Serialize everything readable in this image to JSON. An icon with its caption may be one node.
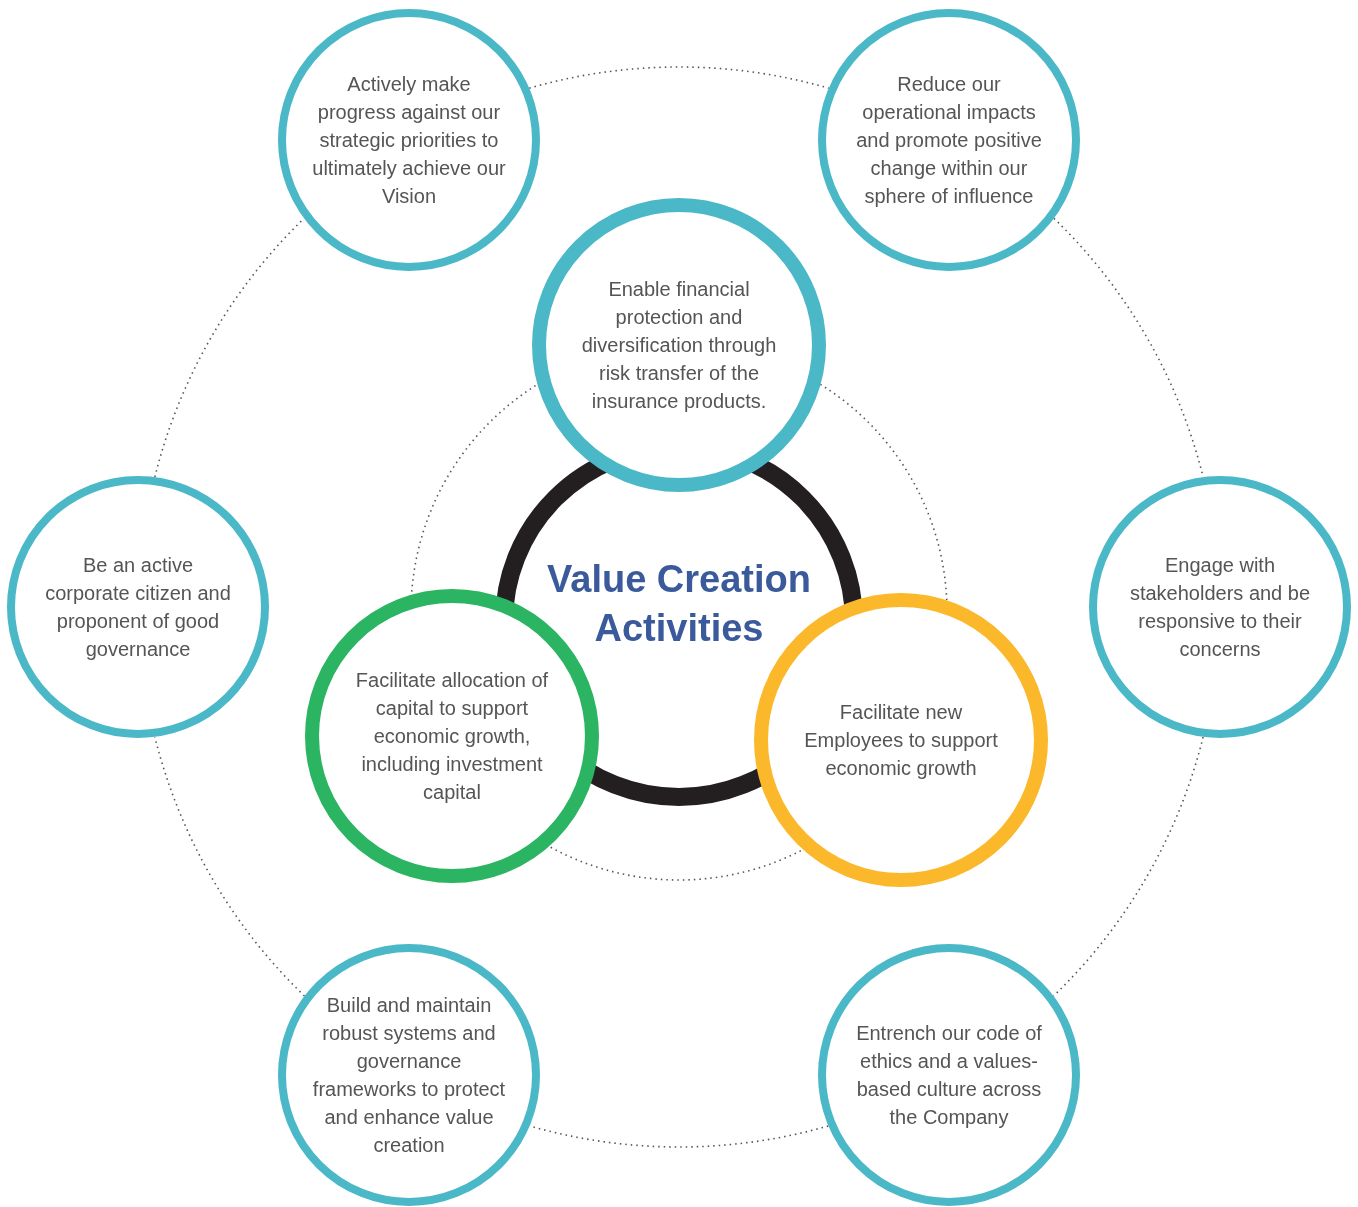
{
  "diagram": {
    "nodes": [
      {
        "text": [
          "Value Creation Activities"
        ]
      },
      {
        "text": [
          "Enable financial protection and diversification through risk transfer of the insurance products."
        ]
      },
      {
        "text": [
          "Facilitate allocation of capital to support economic growth, including investment capital"
        ]
      },
      {
        "text": [
          "Facilitate new Employees to support economic growth"
        ]
      },
      {
        "text": [
          "Actively make progress against our strategic priorities to ultimately achieve our Vision"
        ]
      },
      {
        "text": [
          "Reduce our operational impacts and promote positive change within our sphere of influence"
        ]
      },
      {
        "text": [
          "Be an active corporate citizen and proponent of good governance"
        ]
      },
      {
        "text": [
          "Engage with stakeholders and be responsive to their concerns"
        ]
      },
      {
        "text": [
          "Build and maintain robust systems and governance frameworks to protect and enhance value creation"
        ]
      },
      {
        "text": [
          "Entrench our code of ethics and a values-based culture across the Company"
        ]
      }
    ],
    "edges": [
      {
        "from": 4,
        "to": 5,
        "arrow": "none"
      },
      {
        "from": 5,
        "to": 7,
        "arrow": "none"
      },
      {
        "from": 7,
        "to": 9,
        "arrow": "none"
      },
      {
        "from": 9,
        "to": 8,
        "arrow": "none"
      },
      {
        "from": 8,
        "to": 6,
        "arrow": "none"
      },
      {
        "from": 6,
        "to": 4,
        "arrow": "none"
      },
      {
        "from": 1,
        "to": 3,
        "arrow": "none"
      },
      {
        "from": 3,
        "to": 2,
        "arrow": "none"
      },
      {
        "from": 2,
        "to": 1,
        "arrow": "none"
      }
    ]
  }
}
